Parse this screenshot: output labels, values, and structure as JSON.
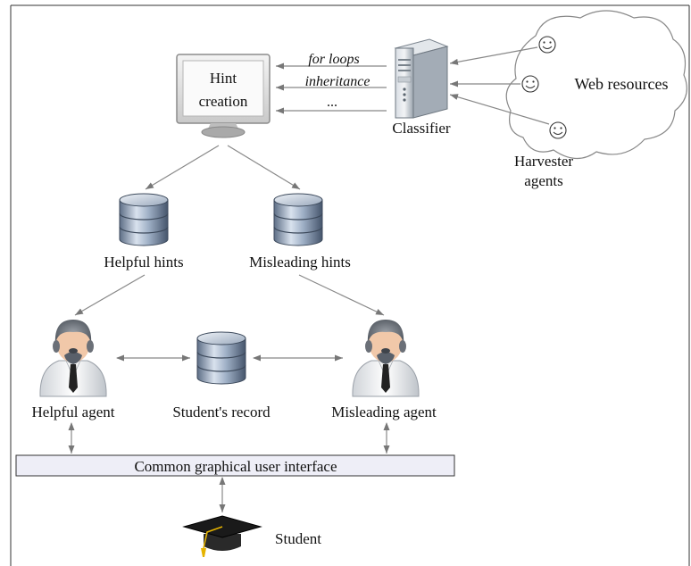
{
  "monitor": {
    "line1": "Hint",
    "line2": "creation"
  },
  "topics": [
    "for loops",
    "inheritance",
    "..."
  ],
  "classifier": "Classifier",
  "cloud": "Web resources",
  "harvester": {
    "line1": "Harvester",
    "line2": "agents"
  },
  "helpful_hints": "Helpful hints",
  "misleading_hints": "Misleading hints",
  "helpful_agent": "Helpful agent",
  "student_record": "Student's record",
  "misleading_agent": "Misleading agent",
  "gui": "Common graphical user interface",
  "student": "Student",
  "icons": {
    "monitor": "monitor-icon",
    "server": "server-tower-icon",
    "cloud": "cloud-icon",
    "smiley": "smiley-icon",
    "database": "database-icon",
    "agent": "agent-person-icon",
    "student": "graduation-cap-icon"
  }
}
